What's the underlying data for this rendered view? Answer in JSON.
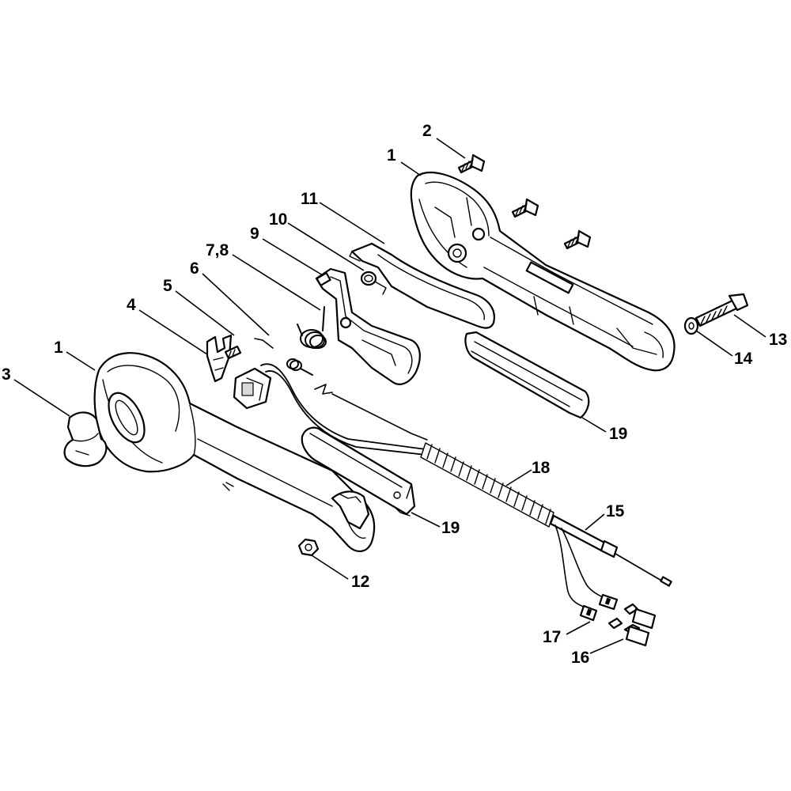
{
  "callouts": [
    {
      "id": "c1a",
      "text": "1"
    },
    {
      "id": "c1b",
      "text": "1"
    },
    {
      "id": "c2",
      "text": "2"
    },
    {
      "id": "c3",
      "text": "3"
    },
    {
      "id": "c4",
      "text": "4"
    },
    {
      "id": "c5",
      "text": "5"
    },
    {
      "id": "c6",
      "text": "6"
    },
    {
      "id": "c78",
      "text": "7,8"
    },
    {
      "id": "c9",
      "text": "9"
    },
    {
      "id": "c10",
      "text": "10"
    },
    {
      "id": "c11",
      "text": "11"
    },
    {
      "id": "c12",
      "text": "12"
    },
    {
      "id": "c13",
      "text": "13"
    },
    {
      "id": "c14",
      "text": "14"
    },
    {
      "id": "c15",
      "text": "15"
    },
    {
      "id": "c16",
      "text": "16"
    },
    {
      "id": "c17",
      "text": "17"
    },
    {
      "id": "c18",
      "text": "18"
    },
    {
      "id": "c19a",
      "text": "19"
    },
    {
      "id": "c19b",
      "text": "19"
    }
  ]
}
